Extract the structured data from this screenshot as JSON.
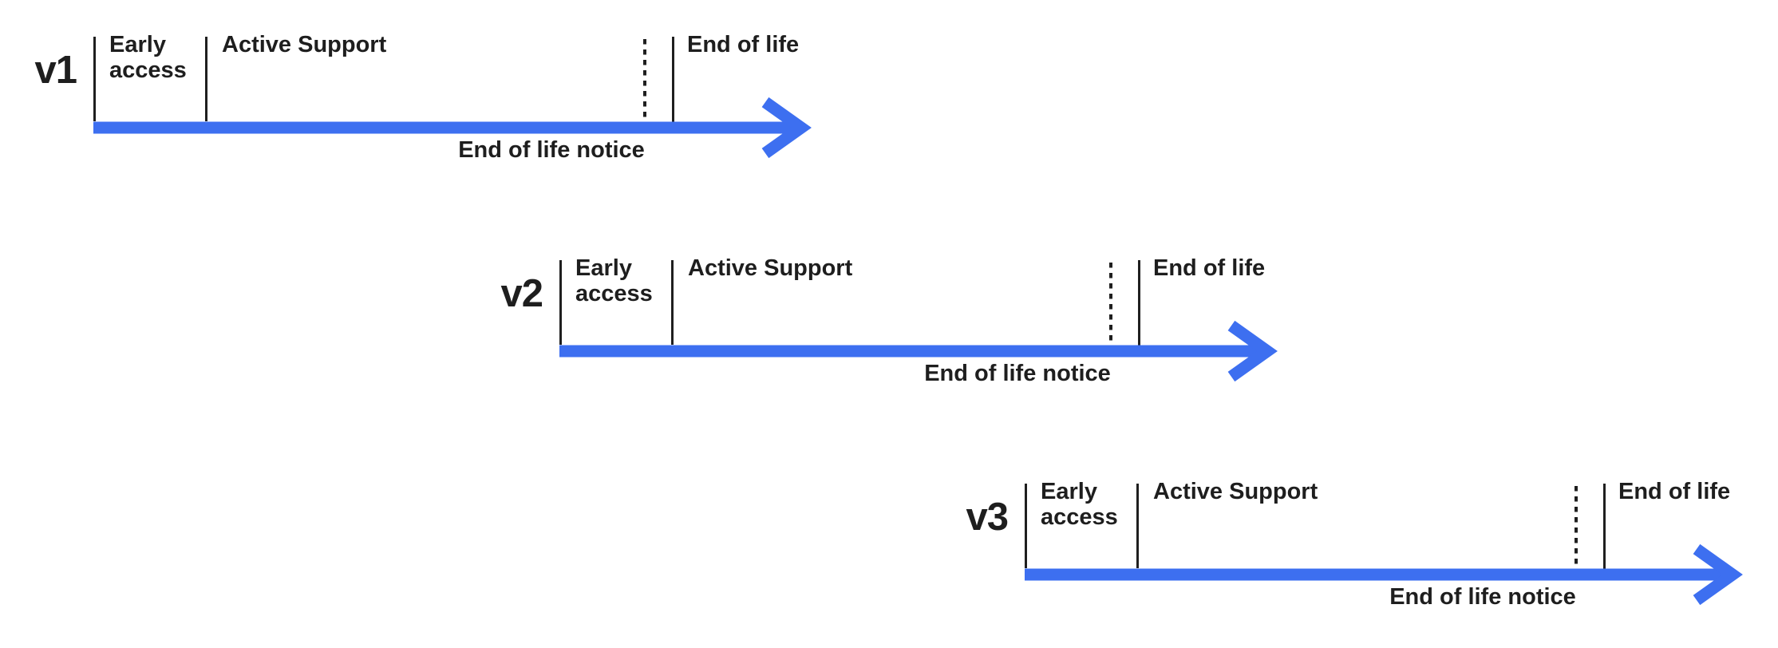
{
  "diagram": {
    "title": "",
    "timelines": [
      {
        "version": "v1",
        "phases": {
          "early_access": "Early access",
          "active_support": "Active Support",
          "end_of_life": "End of life",
          "end_of_life_notice": "End of life notice"
        }
      },
      {
        "version": "v2",
        "phases": {
          "early_access": "Early access",
          "active_support": "Active Support",
          "end_of_life": "End of life",
          "end_of_life_notice": "End of life notice"
        }
      },
      {
        "version": "v3",
        "phases": {
          "early_access": "Early access",
          "active_support": "Active Support",
          "end_of_life": "End of life",
          "end_of_life_notice": "End of life notice"
        }
      }
    ]
  },
  "colors": {
    "arrow_blue": "#3D6FF0",
    "line_black": "#1F1F1F",
    "text_dark": "#1E1E1E",
    "background": "#FFFFFF"
  }
}
